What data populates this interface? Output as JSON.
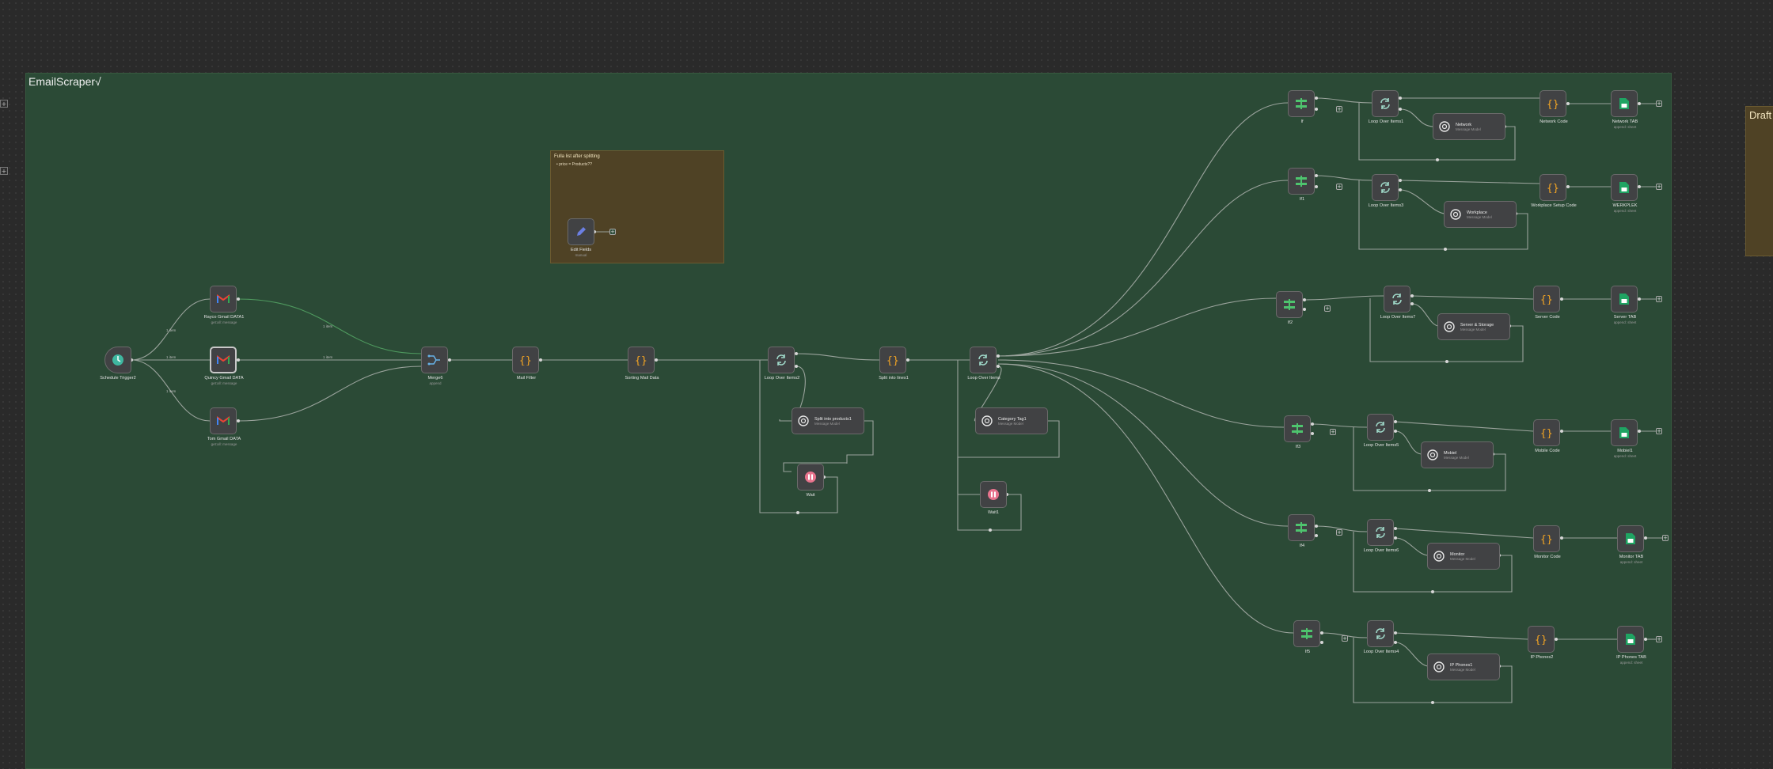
{
  "workflow": {
    "title": "EmailScraper√",
    "note_title": "Fulla list after splitting",
    "note_text": "• price = Products??",
    "draft_title": "Draft",
    "edge_labels": [
      "1 item",
      "1 item",
      "1 item",
      "1 item",
      "1 item"
    ],
    "plus_sign": "+",
    "sidebar_buttons": [
      "+",
      "+"
    ],
    "nodes": {
      "schedule": {
        "label": "Schedule Trigger2"
      },
      "rayco": {
        "label": "Rayco Gmail DATA1",
        "sub": "get:all: message"
      },
      "quincy": {
        "label": "Quincy Gmail DATA",
        "sub": "get:all: message"
      },
      "tom": {
        "label": "Tom Gmail DATA",
        "sub": "get:all: message"
      },
      "merge": {
        "label": "Merge6",
        "sub": "append"
      },
      "mailfilter": {
        "label": "Mail Filter"
      },
      "sorting": {
        "label": "Sorting Mail Data"
      },
      "loop2": {
        "label": "Loop Over Items2"
      },
      "splitproducts": {
        "name": "Split into products1",
        "sub": "Message Model"
      },
      "wait": {
        "label": "Wait"
      },
      "splitlines": {
        "label": "Split into lines1"
      },
      "loopitems": {
        "label": "Loop Over Items"
      },
      "category": {
        "name": "Category Tag1",
        "sub": "Message Model"
      },
      "wait1": {
        "label": "Wait1"
      },
      "editfields": {
        "label": "Edit Fields",
        "sub": "manual"
      },
      "if": {
        "label": "If"
      },
      "if1": {
        "label": "If1"
      },
      "if2": {
        "label": "If2"
      },
      "if3": {
        "label": "If3"
      },
      "if4": {
        "label": "If4"
      },
      "if5": {
        "label": "If5"
      },
      "loop1": {
        "label": "Loop Over Items1"
      },
      "loop3": {
        "label": "Loop Over Items3"
      },
      "loop7": {
        "label": "Loop Over Items7"
      },
      "loop5": {
        "label": "Loop Over Items5"
      },
      "loop6": {
        "label": "Loop Over Items6"
      },
      "loop4": {
        "label": "Loop Over Items4"
      },
      "network": {
        "name": "Network",
        "sub": "Message Model"
      },
      "workplace": {
        "name": "Workplace",
        "sub": "Message Model"
      },
      "server": {
        "name": "Server & Storage",
        "sub": "Message Model"
      },
      "mobiel": {
        "name": "Mobiel",
        "sub": "Message Model"
      },
      "monitor": {
        "name": "Monitor",
        "sub": "Message Model"
      },
      "iphones": {
        "name": "IP Phones1",
        "sub": "Message Model"
      },
      "networkcode": {
        "label": "Network Code"
      },
      "workplacecode": {
        "label": "Workplace Setup Code"
      },
      "servercode": {
        "label": "Server Code"
      },
      "mobilecode": {
        "label": "Mobile Code"
      },
      "monitorcode": {
        "label": "Monitor Code"
      },
      "iphones2": {
        "label": "IP Phones2"
      },
      "networktab": {
        "label": "Network TAB",
        "sub": "append: sheet"
      },
      "werkplek": {
        "label": "WERKPLEK",
        "sub": "append: sheet"
      },
      "servertab": {
        "label": "Server TAB",
        "sub": "append: sheet"
      },
      "mobiel1": {
        "label": "Mobiel1",
        "sub": "append: sheet"
      },
      "monitortab": {
        "label": "Monitor TAB",
        "sub": "append: sheet"
      },
      "iphonestab": {
        "label": "IP Phones TAB",
        "sub": "append: sheet"
      }
    }
  },
  "colors": {
    "canvas": "#2a2a2a",
    "sticky_green": "#2b4a36",
    "sticky_yellow": "#4f4225",
    "edge": "#9aa39c",
    "node_bg": "#414244"
  }
}
